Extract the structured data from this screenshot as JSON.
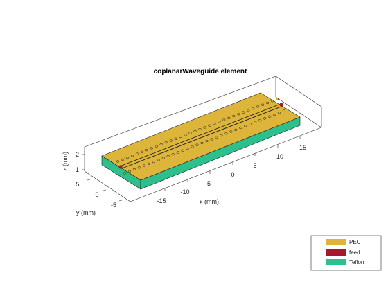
{
  "title": "coplanarWaveguide element",
  "axes": {
    "x_label": "x (mm)",
    "y_label": "y (mm)",
    "z_label": "z (mm)",
    "x_ticks": [
      "-15",
      "-10",
      "-5",
      "0",
      "5",
      "10",
      "15"
    ],
    "y_ticks": [
      "5",
      "0",
      "-5"
    ],
    "z_ticks": [
      "2",
      "-1"
    ]
  },
  "legend": {
    "items": [
      {
        "label": "PEC",
        "color": "#dcb53a"
      },
      {
        "label": "feed",
        "color": "#a8182c"
      },
      {
        "label": "Teflon",
        "color": "#2dbf8c"
      }
    ]
  },
  "colors": {
    "pec": "#dcb53a",
    "feed": "#a8182c",
    "teflon": "#2dbf8c",
    "box_line": "#262626",
    "grid": "#e0e0e0"
  },
  "model": {
    "via_rows": 2,
    "vias_per_row": 34
  }
}
